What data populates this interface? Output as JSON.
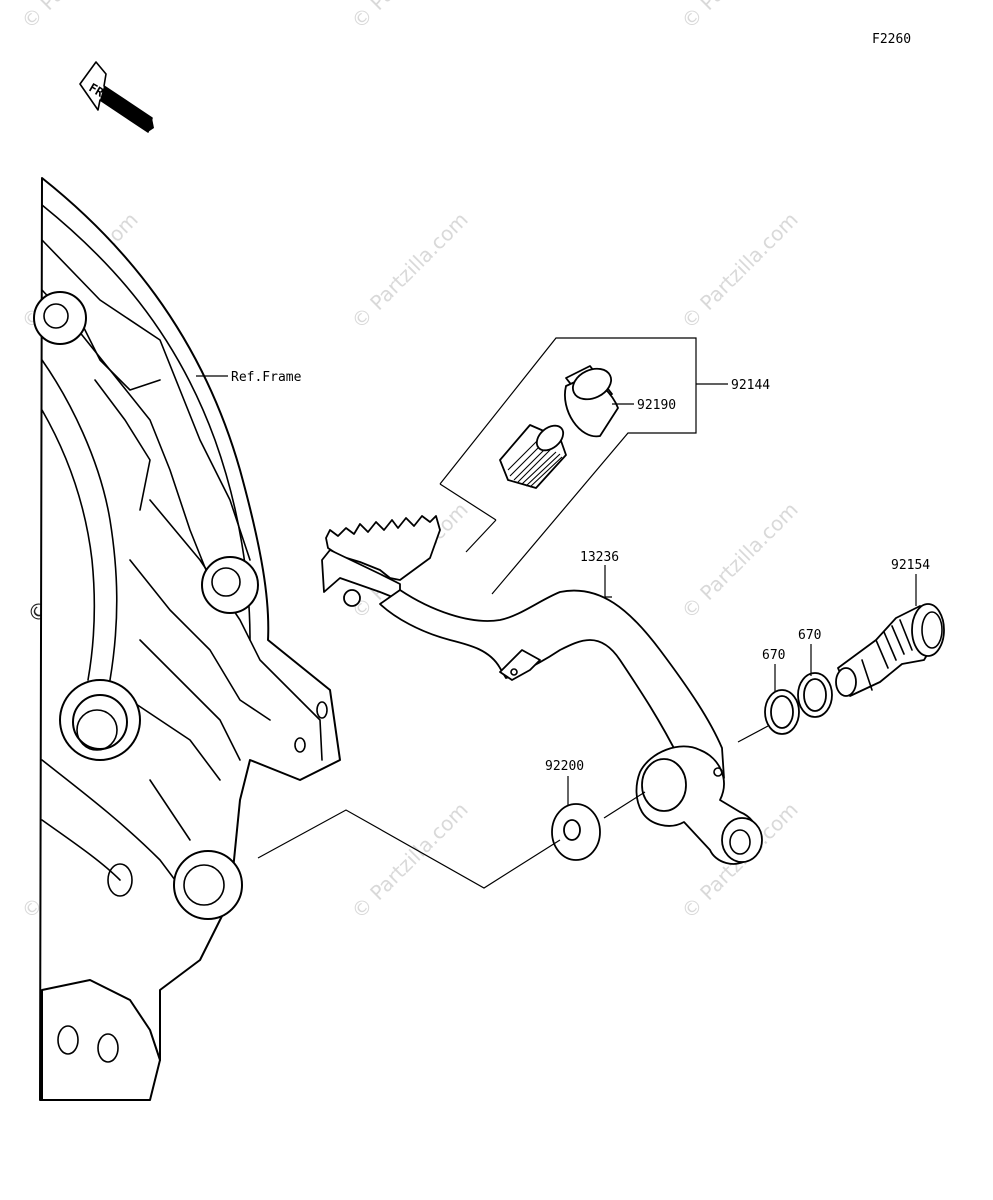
{
  "figure_code": "F2260",
  "front_arrow_label": "FRONT",
  "watermark": "© Partzilla.com",
  "callouts": {
    "frame_ref": "Ref.Frame",
    "pedal_assy": "92144",
    "collar": "92190",
    "brake_pedal": "13236",
    "shaft_bolt": "92154",
    "o_ring_outer": "670",
    "o_ring_inner": "670",
    "washer": "92200"
  }
}
